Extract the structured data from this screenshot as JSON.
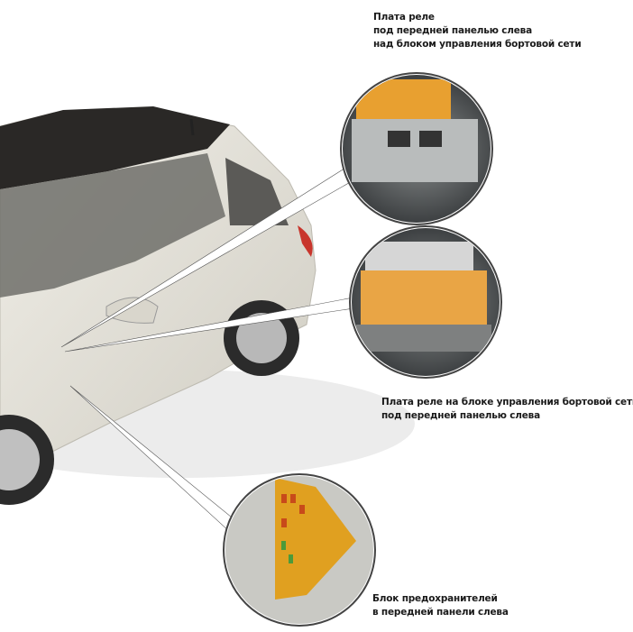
{
  "callouts": [
    {
      "lines": [
        "Плата реле",
        "под передней панелью слева",
        "над блоком управления бортовой сети"
      ],
      "box_color": "#e8a030"
    },
    {
      "lines": [
        "Плата реле на блоке управления бортовой сети",
        "под передней панелью слева"
      ],
      "box_color": "#e9a545"
    },
    {
      "lines": [
        "Блок предохранителей",
        "в передней панели слева"
      ],
      "box_color": "#e0a020"
    }
  ],
  "colors": {
    "car_body": "#e9e6dc",
    "roof": "#2a2826",
    "tyre": "#2b2b2b",
    "leader": "#ffffff"
  }
}
